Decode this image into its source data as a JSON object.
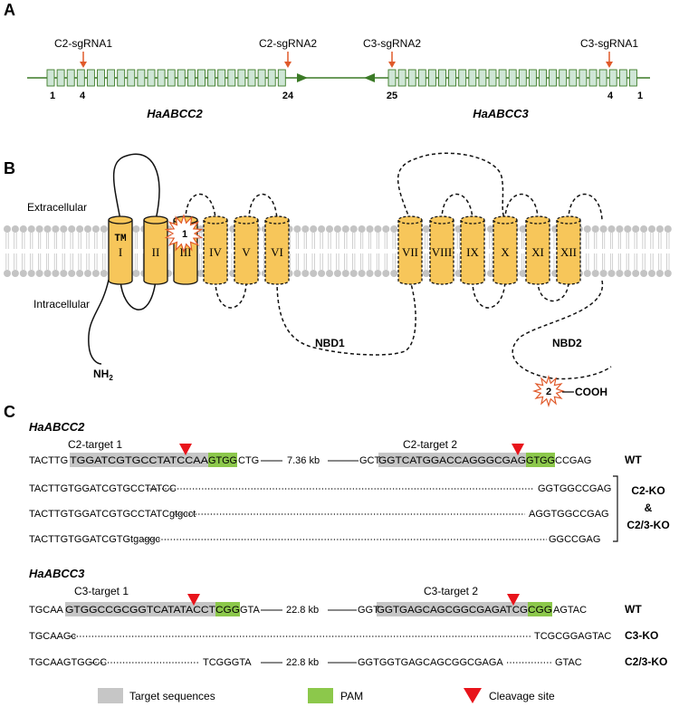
{
  "panels": {
    "a": "A",
    "b": "B",
    "c": "C"
  },
  "panel_a": {
    "sgrnas": [
      "C2-sgRNA1",
      "C2-sgRNA2",
      "C3-sgRNA2",
      "C3-sgRNA1"
    ],
    "exon_numbers": [
      "1",
      "4",
      "24",
      "25",
      "4",
      "1"
    ],
    "genes": [
      "HaABCC2",
      "HaABCC3"
    ]
  },
  "panel_b": {
    "extracellular": "Extracellular",
    "intracellular": "Intracellular",
    "tm_label": "TM",
    "helices": [
      "I",
      "II",
      "III",
      "IV",
      "V",
      "VI",
      "VII",
      "VIII",
      "IX",
      "X",
      "XI",
      "XII"
    ],
    "nh2": "NH",
    "nh2_sub": "2",
    "nbd1": "NBD1",
    "nbd2": "NBD2",
    "cooh": "COOH",
    "sites": [
      "1",
      "2"
    ]
  },
  "panel_c": {
    "abcc2": {
      "title": "HaABCC2",
      "target1": "C2-target 1",
      "target2": "C2-target 2",
      "wt": {
        "left_pre": "TACTTG",
        "left_target": "TGGATCGTGCCTATCCAA",
        "left_pam": "GTGG",
        "left_post": "CTG",
        "gap": "7.36 kb",
        "right_pre": "GCT",
        "right_target": "GGTCATGGACCAGGGCGAG",
        "right_pam": "GTGG",
        "right_post": "CCGAG",
        "label": "WT"
      },
      "mutants": [
        {
          "left": "TACTTGTGGATCGTGCCTATCC",
          "right": "GGTGGCCGAG"
        },
        {
          "left": "TACTTGTGGATCGTGCCTATCgtgcct",
          "right": "AGGTGGCCGAG"
        },
        {
          "left": "TACTTGTGGATCGTGtgaggc",
          "right": "GGCCGAG"
        }
      ],
      "ko_label_1": "C2-KO",
      "ko_label_amp": "&",
      "ko_label_2": "C2/3-KO"
    },
    "abcc3": {
      "title": "HaABCC3",
      "target1": "C3-target 1",
      "target2": "C3-target 2",
      "wt": {
        "left_pre": "TGCAA",
        "left_target": "GTGGCCGCGGTCATATACCT",
        "left_pam": "CGG",
        "left_post": "GTA",
        "gap": "22.8 kb",
        "right_pre": "GGT",
        "right_target": "GGTGAGCAGCGGCGAGATCG",
        "right_pam": "CGG",
        "right_post": "AGTAC",
        "label": "WT"
      },
      "c3ko": {
        "left": "TGCAAGc",
        "right": "TCGCGGAGTAC",
        "label": "C3-KO"
      },
      "c23ko": {
        "a": "TGCAAGTGGCC",
        "b": "TCGGGTA",
        "gap": "22.8 kb",
        "c": "GGTGGTGAGCAGCGGCGAGA",
        "d": "GTAC",
        "label": "C2/3-KO"
      }
    }
  },
  "legend": {
    "target": "Target sequences",
    "pam": "PAM",
    "cleavage": "Cleavage site"
  },
  "colors": {
    "exon_fill": "#cfe6d6",
    "line_green": "#3b7a26",
    "arrow_red": "#e05a2b",
    "helix_fill": "#f7c65a",
    "target_gray": "#c6c6c6",
    "pam_green": "#8cc84b",
    "cleavage_red": "#e8141b"
  }
}
